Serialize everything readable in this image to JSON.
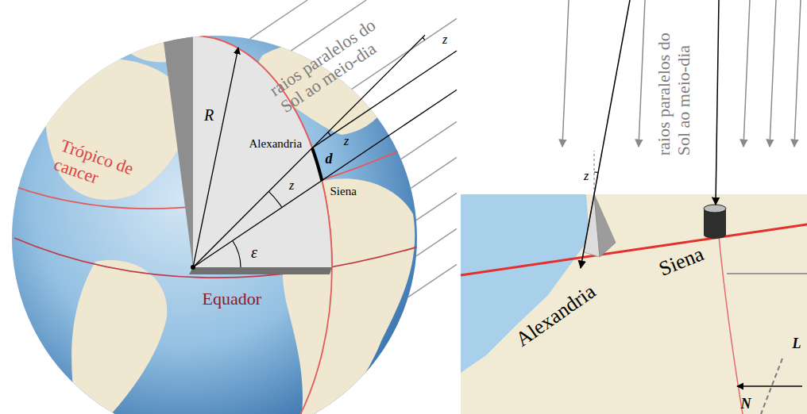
{
  "diagram": {
    "labels": [
      "raios paralelos do Sol ao meio-dia",
      "R",
      "z",
      "z",
      "Alexandria",
      "d",
      "z",
      "Siena",
      "Trópico de cancer",
      "ε",
      "Equador",
      "raios paralelos do Sol ao meio-dia",
      "z",
      "Alexandria",
      "Siena",
      "L",
      "N"
    ]
  }
}
